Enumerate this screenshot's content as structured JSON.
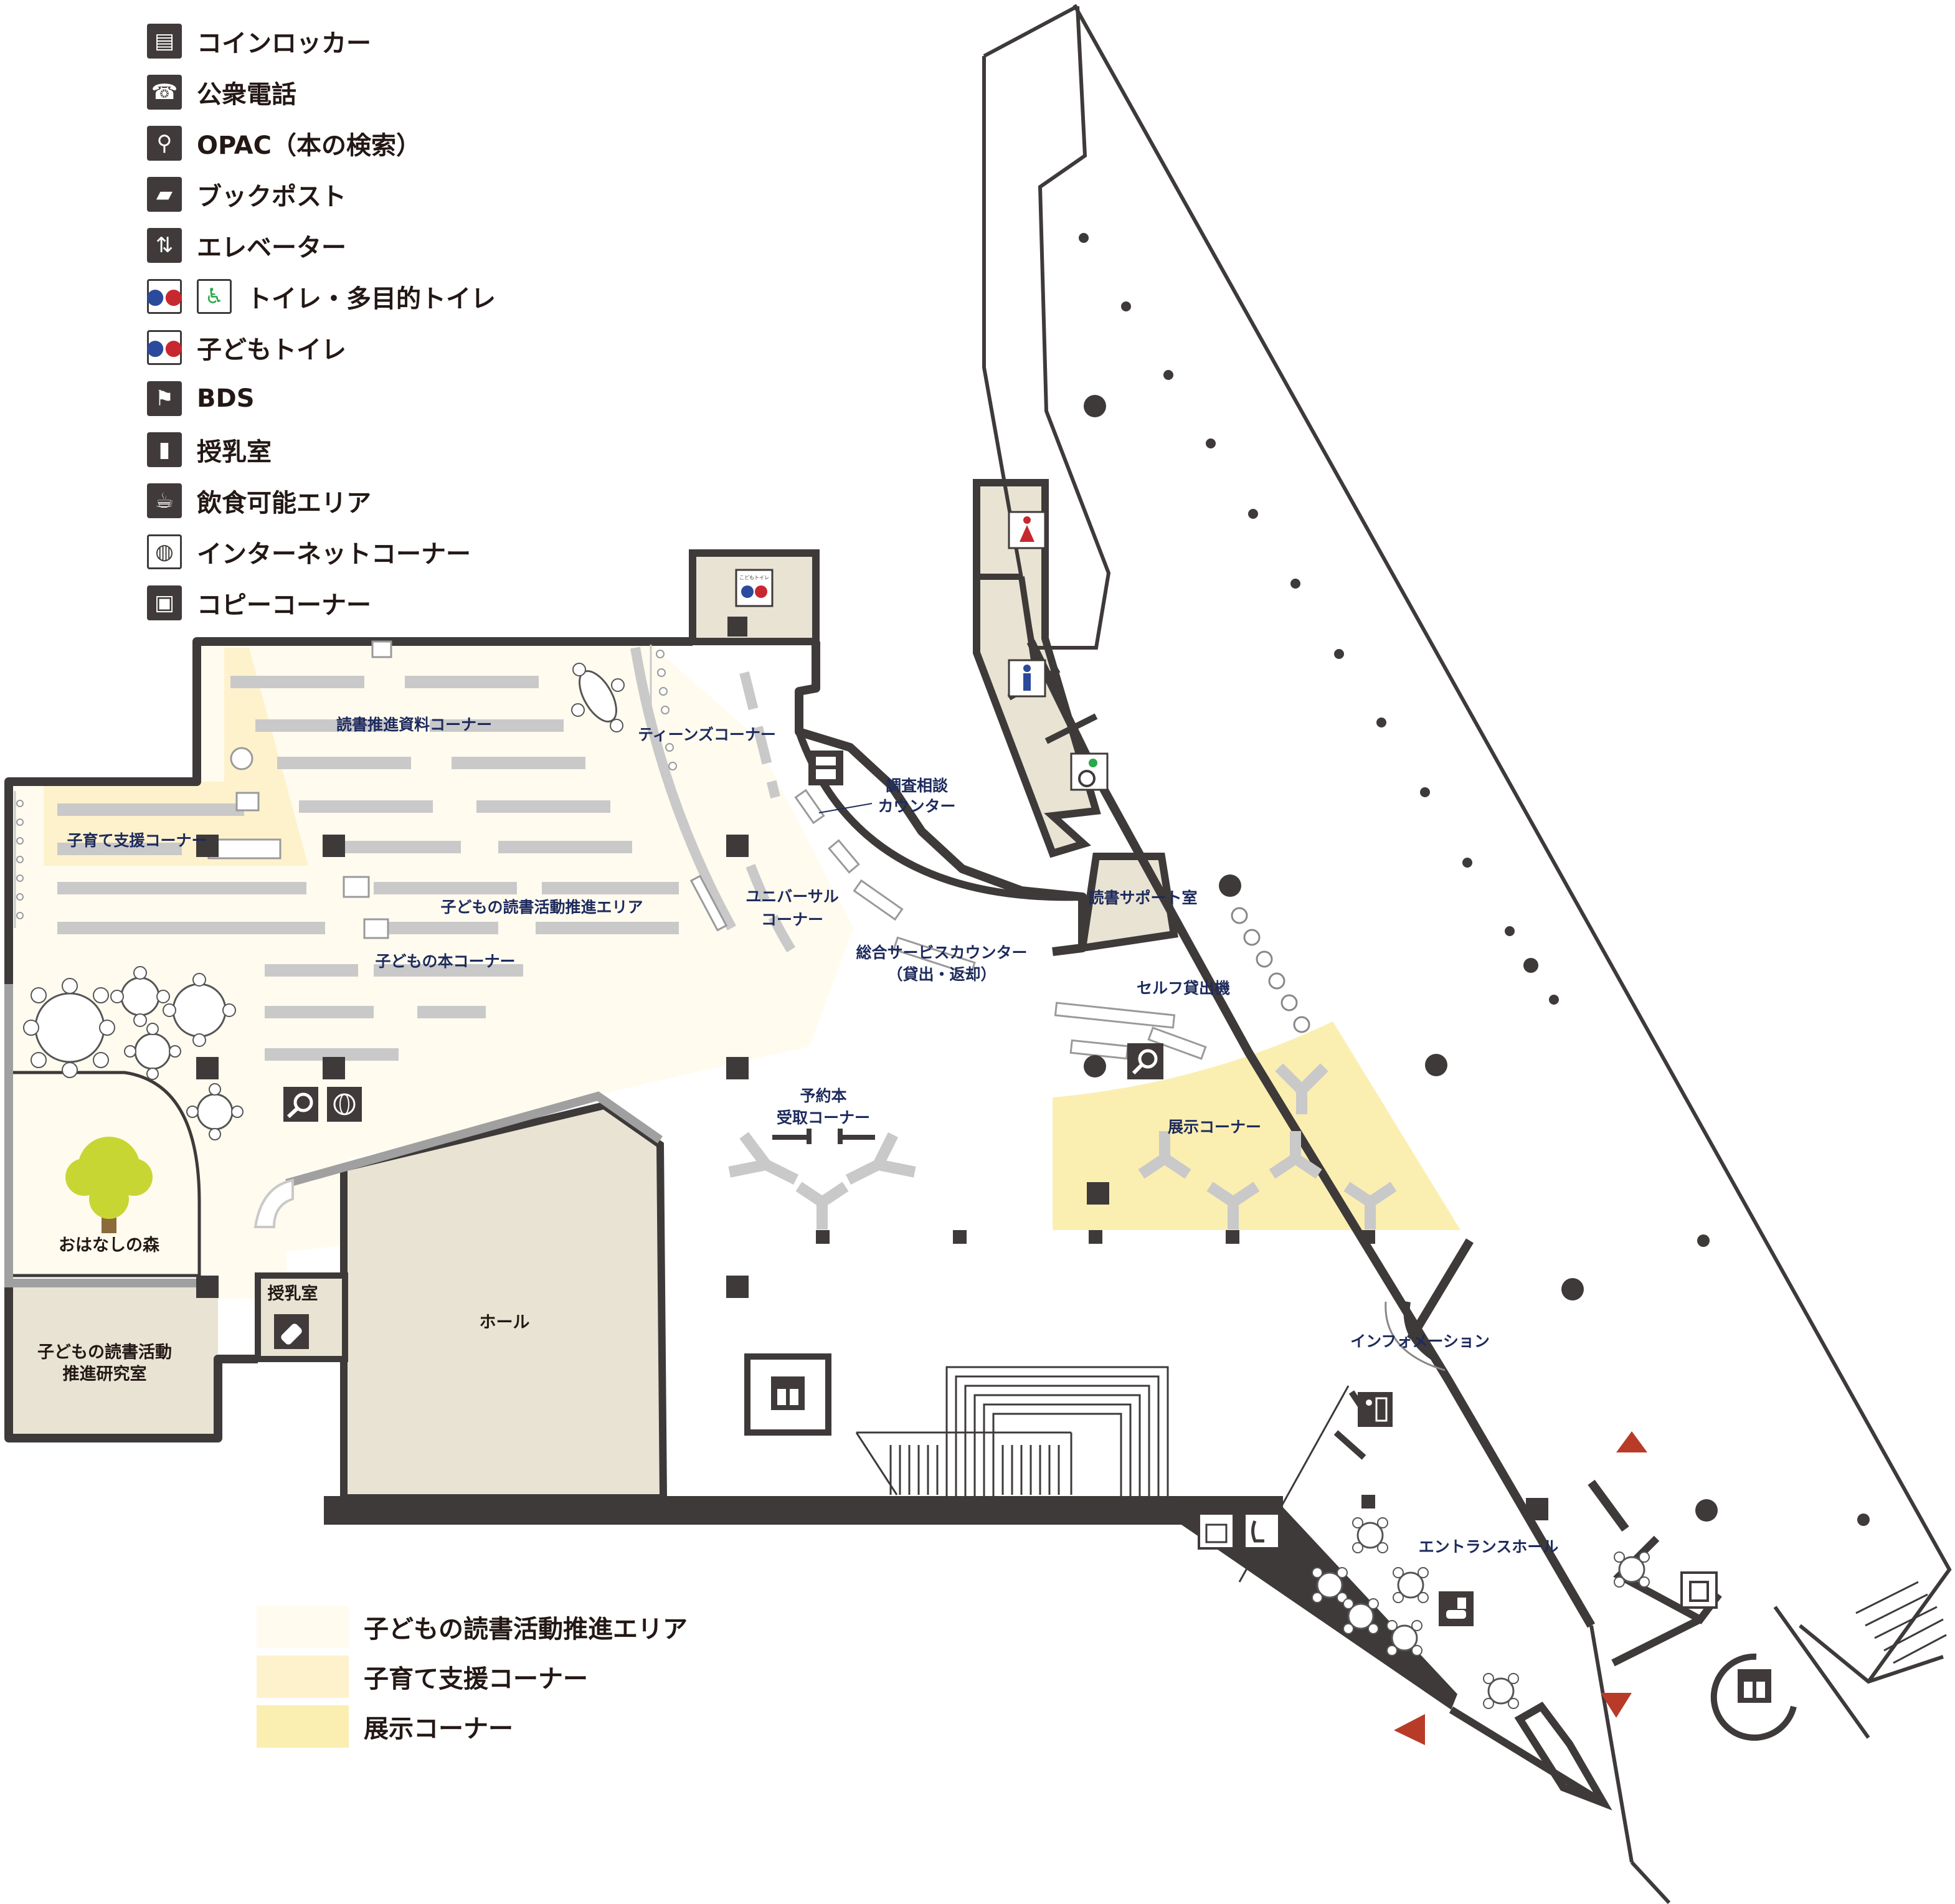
{
  "legend": {
    "items": [
      {
        "icon": "coin-locker-icon",
        "label": "コインロッカー"
      },
      {
        "icon": "public-phone-icon",
        "label": "公衆電話"
      },
      {
        "icon": "opac-search-icon",
        "label": "OPAC（本の検索）"
      },
      {
        "icon": "book-post-icon",
        "label": "ブックポスト"
      },
      {
        "icon": "elevator-icon",
        "label": "エレベーター"
      },
      {
        "icon": "toilet-icon",
        "label": "トイレ・多目的トイレ"
      },
      {
        "icon": "kids-toilet-icon",
        "label": "子どもトイレ"
      },
      {
        "icon": "bds-gate-icon",
        "label": "BDS"
      },
      {
        "icon": "nursing-bottle-icon",
        "label": "授乳室"
      },
      {
        "icon": "food-drink-icon",
        "label": "飲食可能エリア"
      },
      {
        "icon": "internet-globe-icon",
        "label": "インターネットコーナー"
      },
      {
        "icon": "copy-machine-icon",
        "label": "コピーコーナー"
      }
    ],
    "kids_toilet_tag": "こどもトイレ"
  },
  "area_legend": [
    {
      "label": "子どもの読書活動推進エリア",
      "color": "#fffbef"
    },
    {
      "label": "子育て支援コーナー",
      "color": "#fdf2cc"
    },
    {
      "label": "展示コーナー",
      "color": "#faefb1"
    }
  ],
  "areas": {
    "reading_materials": "読書推進資料コーナー",
    "teens": "ティーンズコーナー",
    "childcare": "子育て支援コーナー",
    "kids_area": "子どもの読書活動推進エリア",
    "kids_books": "子どもの本コーナー",
    "universal_line1": "ユニバーサル",
    "universal_line2": "コーナー",
    "consult_line1": "調査相談",
    "consult_line2": "カウンター",
    "service_line1": "総合サービスカウンター",
    "service_line2": "（貸出・返却）",
    "reading_support": "読書サポート室",
    "self_checkout": "セルフ貸出機",
    "exhibit": "展示コーナー",
    "reserve_line1": "予約本",
    "reserve_line2": "受取コーナー",
    "forest": "おはなしの森",
    "nursing": "授乳室",
    "hall": "ホール",
    "research_line1": "子どもの読書活動",
    "research_line2": "推進研究室",
    "information": "インフォメーション",
    "entrance": "エントランスホール"
  },
  "colors": {
    "wall": "#3e3a39",
    "room_fill": "#e9e3d3",
    "kids_area": "#fffbef",
    "childcare": "#fdf2cc",
    "exhibit": "#faefb1",
    "shelf": "#c9c9c9",
    "tree": "#c8d633",
    "trunk": "#8b6b3a",
    "entrance_arrow": "#b83b28",
    "label": "#1d2a5c"
  }
}
